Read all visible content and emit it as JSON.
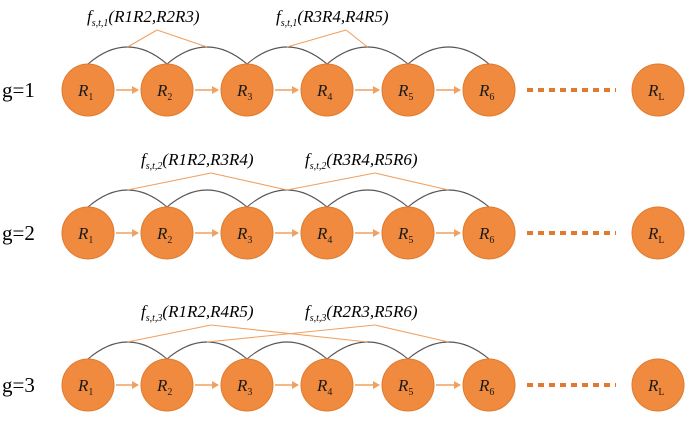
{
  "colors": {
    "node_fill": "#ef8a3e",
    "node_stroke": "#e07a2e",
    "arrow": "#f0a060",
    "arc": "#555555",
    "dots": "#e07a2e"
  },
  "nodes": [
    {
      "main": "R",
      "sub": "1"
    },
    {
      "main": "R",
      "sub": "2"
    },
    {
      "main": "R",
      "sub": "3"
    },
    {
      "main": "R",
      "sub": "4"
    },
    {
      "main": "R",
      "sub": "5"
    },
    {
      "main": "R",
      "sub": "6"
    },
    {
      "main": "R",
      "sub": "L"
    }
  ],
  "rows": [
    {
      "label": "g=1",
      "formulas": [
        {
          "func": "f",
          "sub": "s,t,1",
          "args": "(R1R2,R2R3)"
        },
        {
          "func": "f",
          "sub": "s,t,1",
          "args": "(R3R4,R4R5)"
        }
      ]
    },
    {
      "label": "g=2",
      "formulas": [
        {
          "func": "f",
          "sub": "s,t,2",
          "args": "(R1R2,R3R4)"
        },
        {
          "func": "f",
          "sub": "s,t,2",
          "args": "(R3R4,R5R6)"
        }
      ]
    },
    {
      "label": "g=3",
      "formulas": [
        {
          "func": "f",
          "sub": "s,t,3",
          "args": "(R1R2,R4R5)"
        },
        {
          "func": "f",
          "sub": "s,t,3",
          "args": "(R2R3,R5R6)"
        }
      ]
    }
  ]
}
